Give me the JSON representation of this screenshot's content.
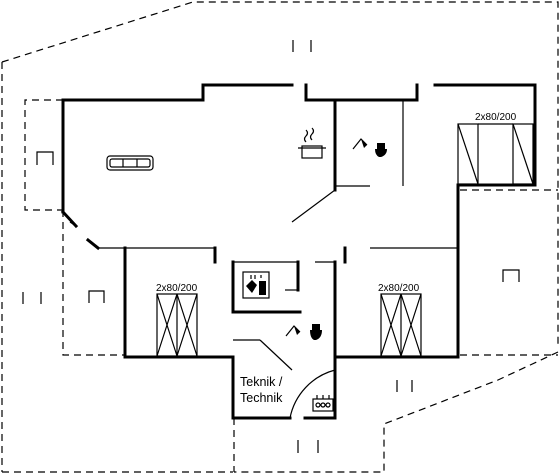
{
  "rooms": {
    "bedroom_ne": {
      "bed_label": "2x80/200"
    },
    "bedroom_sw": {
      "bed_label": "2x80/200"
    },
    "bedroom_se": {
      "bed_label": "2x80/200"
    },
    "technical_room": {
      "line1": "Teknik /",
      "line2": "Technik"
    }
  },
  "icons": {
    "sofa": "sofa-icon",
    "kitchen": "cooking-pot-icon",
    "toilet_north": "shower-toilet-icon",
    "toilet_south": "shower-toilet-icon",
    "washer": "washing-machine-icon",
    "heater": "water-heater-icon"
  }
}
